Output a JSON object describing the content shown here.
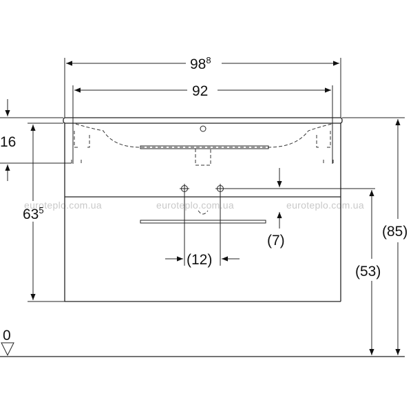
{
  "dimensions": {
    "width_total": "98",
    "width_total_sup": "8",
    "width_inner": "92",
    "height_top": "16",
    "height_cabinet": "63",
    "height_cabinet_sup": "5",
    "offset_small": "(7)",
    "spacing": "(12)",
    "height_mid": "(53)",
    "height_total": "(85)",
    "floor_level": "0"
  },
  "watermarks": [
    "euroteplo.com.ua",
    "euroteplo.com.ua",
    "euroteplo.com.ua"
  ]
}
